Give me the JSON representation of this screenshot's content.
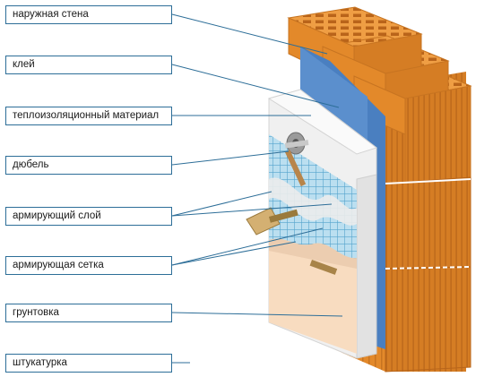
{
  "labels": [
    {
      "key": "outer_wall",
      "text": "наружная стена"
    },
    {
      "key": "glue",
      "text": "клей"
    },
    {
      "key": "insulation",
      "text": "теплоизоляционный материал"
    },
    {
      "key": "dowel",
      "text": "дюбель"
    },
    {
      "key": "reinforcing_layer",
      "text": "армирующий слой"
    },
    {
      "key": "reinforcing_mesh",
      "text": "армирующая сетка"
    },
    {
      "key": "primer",
      "text": "грунтовка"
    },
    {
      "key": "plaster",
      "text": "штукатурка"
    }
  ],
  "colors": {
    "label_border": "#2d6e98",
    "leader_line": "#2d6e98",
    "brick_front": "#e3892a",
    "brick_top": "#ef9e44",
    "brick_side": "#c8701c",
    "glue_layer": "#4a7fc0",
    "insulation": "#f3f3f3",
    "mesh": "#8cc6e2",
    "primer": "#e6e6e6",
    "plaster": "#f8dcc0"
  }
}
